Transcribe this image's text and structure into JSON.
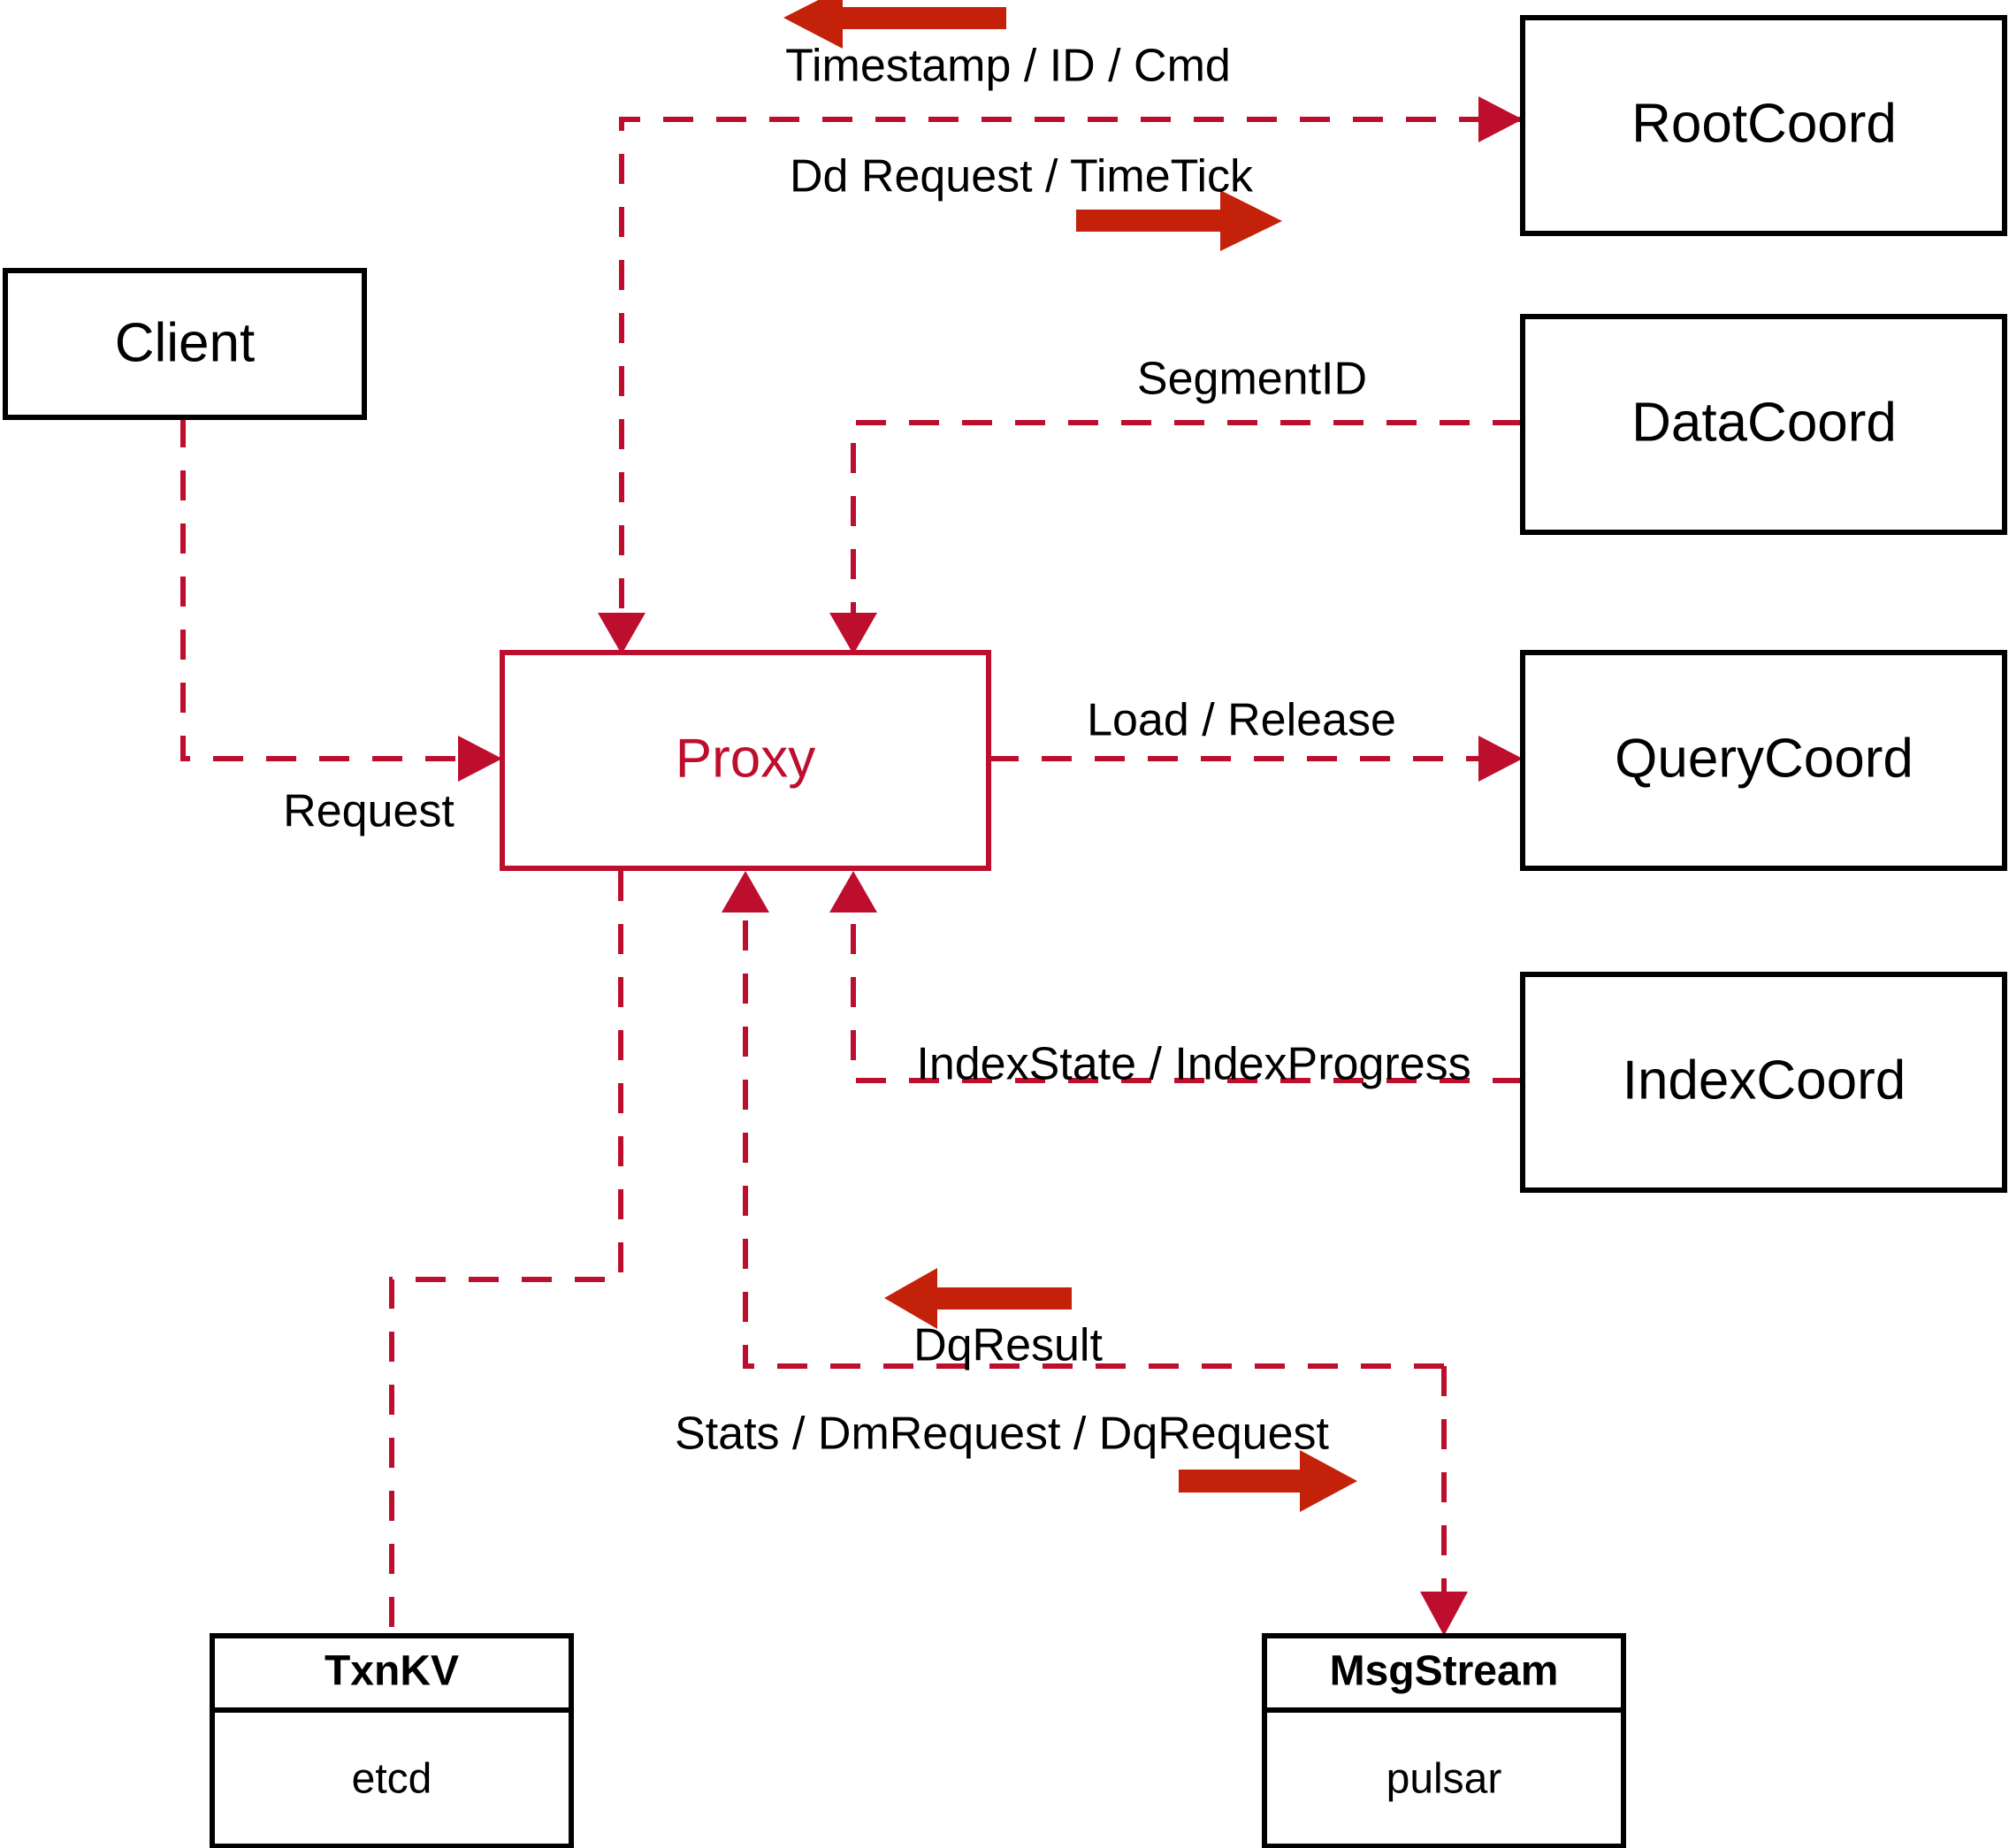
{
  "diagram": {
    "title": "Milvus Proxy Architecture",
    "colors": {
      "accent": "#BE0E2E",
      "arrow": "#C4210A",
      "node_stroke": "#000000",
      "background": "#ffffff"
    },
    "nodes": {
      "client": {
        "label": "Client"
      },
      "proxy": {
        "label": "Proxy"
      },
      "root_coord": {
        "label": "RootCoord"
      },
      "data_coord": {
        "label": "DataCoord"
      },
      "query_coord": {
        "label": "QueryCoord"
      },
      "index_coord": {
        "label": "IndexCoord"
      },
      "txnkv": {
        "title": "TxnKV",
        "impl": "etcd"
      },
      "msgstream": {
        "title": "MsgStream",
        "impl": "pulsar"
      }
    },
    "edges": {
      "timestamp_id_cmd": {
        "label": "Timestamp / ID / Cmd",
        "direction": "left"
      },
      "dd_request_timetick": {
        "label": "Dd Request / TimeTick",
        "direction": "right"
      },
      "segment_id": {
        "label": "SegmentID",
        "direction": "left"
      },
      "load_release": {
        "label": "Load / Release",
        "direction": "right"
      },
      "index_state_progress": {
        "label": "IndexState / IndexProgress",
        "direction": "left"
      },
      "request": {
        "label": "Request",
        "direction": "right"
      },
      "dq_result": {
        "label": "DqResult",
        "direction": "left"
      },
      "stats_dm_dq_request": {
        "label": "Stats / DmRequest / DqRequest",
        "direction": "right"
      }
    }
  }
}
